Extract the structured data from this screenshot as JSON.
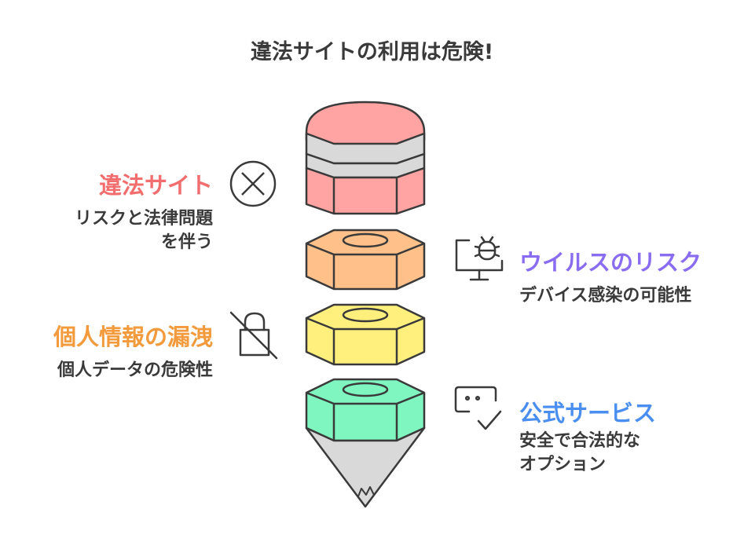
{
  "title": "違法サイトの利用は危険!",
  "items": [
    {
      "heading": "違法サイト",
      "desc_lines": [
        "リスクと法律問題",
        "を伴う"
      ],
      "color": "#f26d6d",
      "icon": "x-circle-icon"
    },
    {
      "heading": "ウイルスのリスク",
      "desc_lines": [
        "デバイス感染の可能性"
      ],
      "color": "#8a6cf0",
      "icon": "computer-bug-icon"
    },
    {
      "heading": "個人情報の漏洩",
      "desc_lines": [
        "個人データの危険性"
      ],
      "color": "#f29a3c",
      "icon": "unlocked-lock-icon"
    },
    {
      "heading": "公式サービス",
      "desc_lines": [
        "安全で合法的な",
        "オプション"
      ],
      "color": "#4a8ff0",
      "icon": "chat-check-icon"
    }
  ],
  "segment_colors": {
    "cap": "#ffa3a3",
    "band": "#d9d9d9",
    "nut_orange": "#ffc08a",
    "nut_yellow": "#fff07d",
    "nut_green": "#7ff5c0",
    "tip": "#d9d9d9"
  }
}
